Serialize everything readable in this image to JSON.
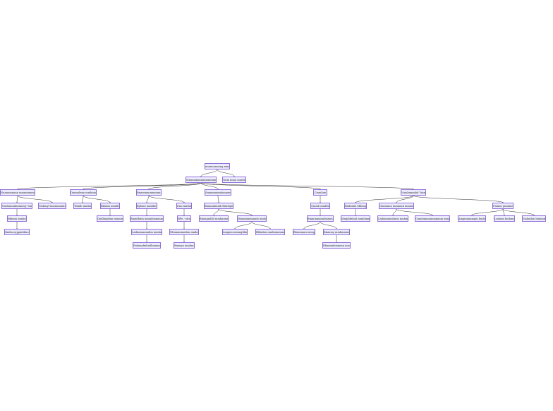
{
  "theme": {
    "node_fill": "#ececff",
    "node_border": "#9370db",
    "edge_color": "#333333",
    "text_color": "#333333"
  },
  "nodes": [
    {
      "id": "n0",
      "label": "nnnnnnnnnng mmm"
    },
    {
      "id": "n1",
      "label": "Mmmmmmmmmmmmmmmy"
    },
    {
      "id": "n2",
      "label": "Nnm mmn mmnb"
    },
    {
      "id": "n3",
      "label": "Nnnnnmmmn mmnmmnmmmn"
    },
    {
      "id": "n4",
      "label": "Ommnbnm mmbnmmmm"
    },
    {
      "id": "n5",
      "label": "Bmnmmmmmnnmmmm"
    },
    {
      "id": "n6",
      "label": "Smmmmmmbmmmmmm"
    },
    {
      "id": "n7",
      "label": "Cmmlum"
    },
    {
      "id": "n8",
      "label": "Vmnbnmmbb Vmmm"
    },
    {
      "id": "n9",
      "label": "Nmbnmmbnmmng- hmmm"
    },
    {
      "id": "n10",
      "label": "Tmbmyf mmmmmmm"
    },
    {
      "id": "n11",
      "label": "Tbmlb mmbnn"
    },
    {
      "id": "n12",
      "label": "Bbmbn mmbbnn"
    },
    {
      "id": "n13",
      "label": "Bfmmn mmbnnn"
    },
    {
      "id": "n14",
      "label": "Bmbn nyppmbbnn"
    },
    {
      "id": "n15",
      "label": "Qmlbmyfmn mmmmbj"
    },
    {
      "id": "n16",
      "label": "Bybnm mmbbnn"
    },
    {
      "id": "n17",
      "label": "Dnn mmbm"
    },
    {
      "id": "n18",
      "label": "Bmmfbmn mmmbmmmmmmn"
    },
    {
      "id": "n19",
      "label": "Lmbmmmmnbm mmbmmm"
    },
    {
      "id": "n20",
      "label": "Pmbmyfmbmlbmmmmn"
    },
    {
      "id": "n21",
      "label": "BPn - ybn"
    },
    {
      "id": "n22",
      "label": "Nbmmmmmbm mmbnmmn"
    },
    {
      "id": "n23",
      "label": "Bmmyn mmbmn"
    },
    {
      "id": "n24",
      "label": "Bmmmbmmb fbmbqmlbn"
    },
    {
      "id": "n25",
      "label": "Bmmgmbbl mmbmmm"
    },
    {
      "id": "n26",
      "label": "Mmmmmmmmb mmbmmn"
    },
    {
      "id": "n27",
      "label": "Lmgmn mmmgbbmmmm"
    },
    {
      "id": "n28",
      "label": "Bbbnbm mmbmmmmmng"
    },
    {
      "id": "n29",
      "label": "Qmmb mmbbnn"
    },
    {
      "id": "n30",
      "label": "Bmmmmmmbmmmbnn"
    },
    {
      "id": "n31",
      "label": "Bbmmmnn mmgy"
    },
    {
      "id": "n32",
      "label": "Bmmmy mmbmmmmmmmm"
    },
    {
      "id": "n33",
      "label": "Bbmmmbmmmn mmbmyn"
    },
    {
      "id": "n34",
      "label": "Bmbnbm bbbmgl"
    },
    {
      "id": "n35",
      "label": "Ommmnn mmmmb mmmmm"
    },
    {
      "id": "n36",
      "label": "Mmpbfmbnl mmbbmmmmmmmm"
    },
    {
      "id": "n37",
      "label": "Lmbmmmmbnm nmbmmmmm"
    },
    {
      "id": "n38",
      "label": "Cmmbmmmmmmmm mmmmmmmmn"
    },
    {
      "id": "n39",
      "label": "Fmmm pmmmmmg"
    },
    {
      "id": "n40",
      "label": "Amgmmmmgm bmbmgml"
    },
    {
      "id": "n41",
      "label": "Lmbnm bmbmmnl"
    },
    {
      "id": "n42",
      "label": "Ymbmbm bmbmmnb"
    }
  ],
  "edges": [
    [
      "n0",
      "n1"
    ],
    [
      "n0",
      "n2"
    ],
    [
      "n1",
      "n3"
    ],
    [
      "n1",
      "n4"
    ],
    [
      "n1",
      "n5"
    ],
    [
      "n1",
      "n6"
    ],
    [
      "n1",
      "n7"
    ],
    [
      "n1",
      "n8"
    ],
    [
      "n3",
      "n9"
    ],
    [
      "n3",
      "n10"
    ],
    [
      "n9",
      "n13"
    ],
    [
      "n13",
      "n14"
    ],
    [
      "n4",
      "n11"
    ],
    [
      "n4",
      "n12"
    ],
    [
      "n12",
      "n15"
    ],
    [
      "n5",
      "n16"
    ],
    [
      "n5",
      "n17"
    ],
    [
      "n16",
      "n18"
    ],
    [
      "n18",
      "n19"
    ],
    [
      "n19",
      "n20"
    ],
    [
      "n17",
      "n21"
    ],
    [
      "n21",
      "n22"
    ],
    [
      "n22",
      "n23"
    ],
    [
      "n6",
      "n24"
    ],
    [
      "n24",
      "n25"
    ],
    [
      "n24",
      "n26"
    ],
    [
      "n26",
      "n27"
    ],
    [
      "n26",
      "n28"
    ],
    [
      "n7",
      "n29"
    ],
    [
      "n29",
      "n30"
    ],
    [
      "n30",
      "n31"
    ],
    [
      "n30",
      "n32"
    ],
    [
      "n32",
      "n33"
    ],
    [
      "n8",
      "n34"
    ],
    [
      "n8",
      "n35"
    ],
    [
      "n8",
      "n39"
    ],
    [
      "n34",
      "n36"
    ],
    [
      "n35",
      "n37"
    ],
    [
      "n35",
      "n38"
    ],
    [
      "n39",
      "n40"
    ],
    [
      "n39",
      "n41"
    ],
    [
      "n39",
      "n42"
    ]
  ]
}
